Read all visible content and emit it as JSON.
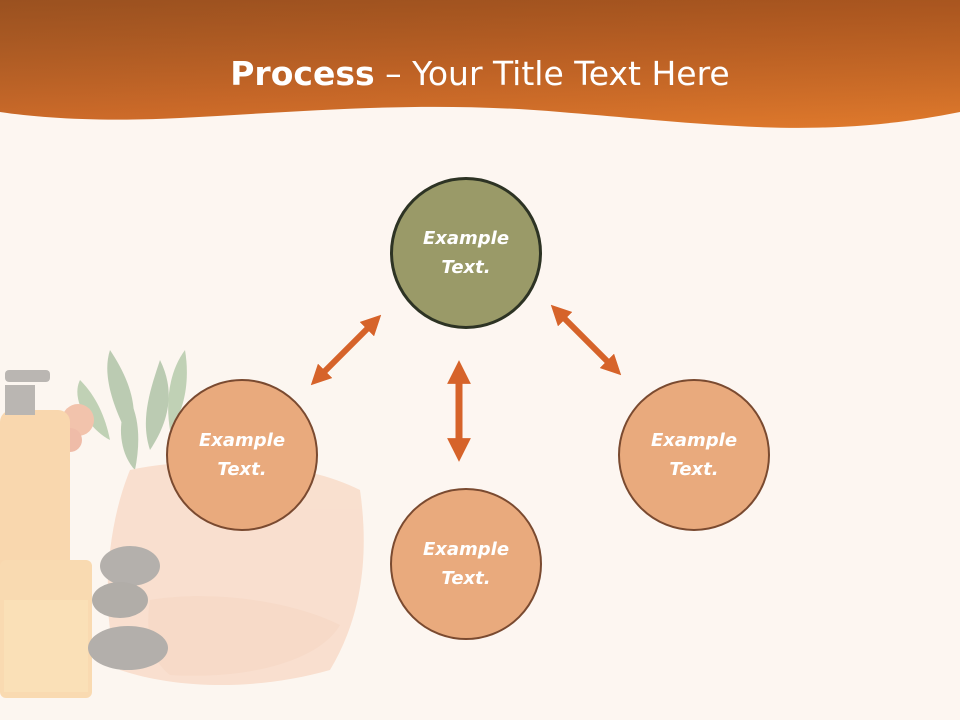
{
  "title": {
    "bold": "Process",
    "rest": " – Your Title Text Here"
  },
  "nodes": [
    {
      "line1": "Example",
      "line2": "Text."
    },
    {
      "line1": "Example",
      "line2": "Text."
    },
    {
      "line1": "Example",
      "line2": "Text."
    },
    {
      "line1": "Example",
      "line2": "Text."
    }
  ],
  "colors": {
    "banner_dark": "#a6521b",
    "banner_light": "#e07a2c",
    "top_node_fill": "#9a9a68",
    "node_fill": "#e9aa7d",
    "arrow": "#d6632a",
    "background": "#fdf6f1"
  }
}
